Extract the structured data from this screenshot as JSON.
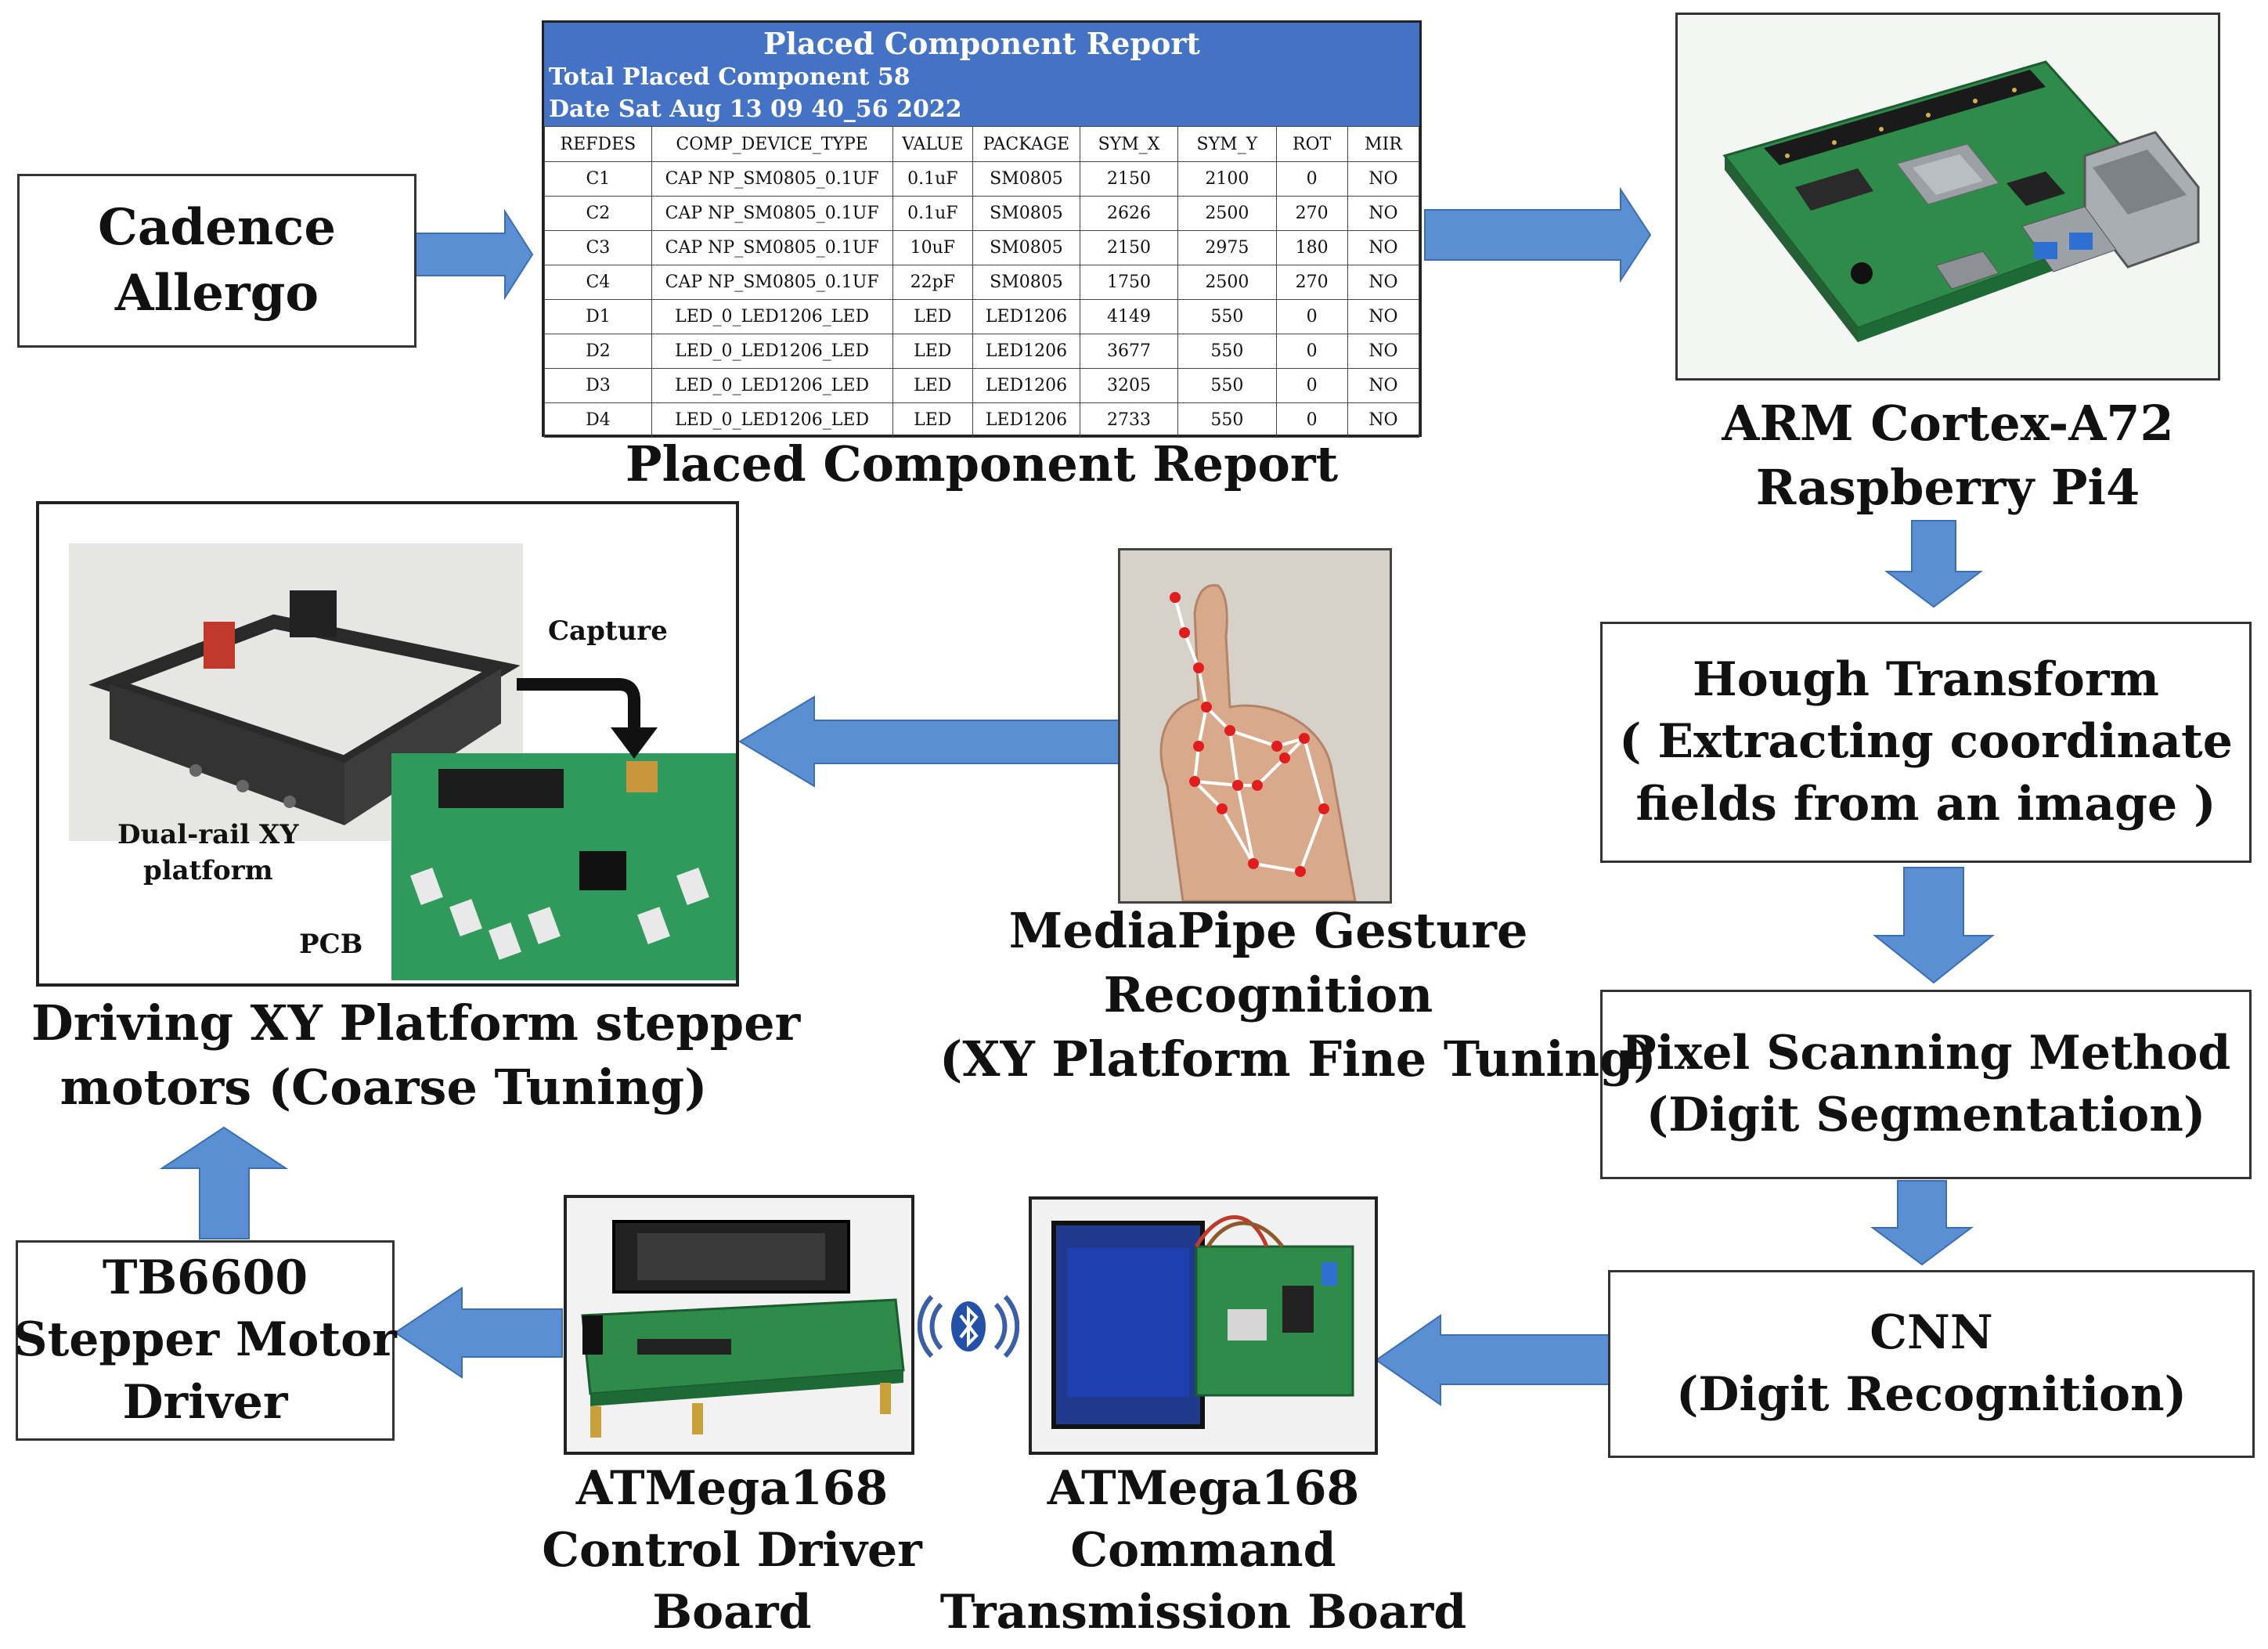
{
  "nodes": {
    "cadence": [
      "Cadence",
      "Allergo"
    ],
    "report_caption": "Placed Component Report",
    "rpi_caption": [
      "ARM Cortex-A72",
      "Raspberry Pi4"
    ],
    "hough": [
      "Hough Transform",
      "( Extracting coordinate",
      "fields from an image )"
    ],
    "pixel": [
      "Pixel Scanning Method",
      "(Digit Segmentation)"
    ],
    "cnn": [
      "CNN",
      "(Digit Recognition)"
    ],
    "command_board": [
      "ATMega168",
      "Command",
      "Transmission Board"
    ],
    "control_board": [
      "ATMega168",
      "Control Driver",
      "Board"
    ],
    "tb6600": [
      "TB6600",
      "Stepper Motor",
      "Driver"
    ],
    "xy_platform": [
      "Driving XY Platform stepper",
      "motors (Coarse Tuning)"
    ],
    "mediapipe": [
      "MediaPipe Gesture",
      "Recognition",
      "(XY Platform Fine Tuning)"
    ]
  },
  "platform_photo_labels": {
    "capture": "Capture",
    "dual_rail": [
      "Dual-rail XY",
      "platform"
    ],
    "pcb": "PCB"
  },
  "report": {
    "title": "Placed Component Report",
    "total_line": "Total Placed Component   58",
    "date_line": "Date Sat Aug 13 09 40_56 2022",
    "columns": [
      "REFDES",
      "COMP_DEVICE_TYPE",
      "VALUE",
      "PACKAGE",
      "SYM_X",
      "SYM_Y",
      "ROT",
      "MIR"
    ],
    "rows": [
      [
        "C1",
        "CAP NP_SM0805_0.1UF",
        "0.1uF",
        "SM0805",
        "2150",
        "2100",
        "0",
        "NO"
      ],
      [
        "C2",
        "CAP NP_SM0805_0.1UF",
        "0.1uF",
        "SM0805",
        "2626",
        "2500",
        "270",
        "NO"
      ],
      [
        "C3",
        "CAP NP_SM0805_0.1UF",
        "10uF",
        "SM0805",
        "2150",
        "2975",
        "180",
        "NO"
      ],
      [
        "C4",
        "CAP NP_SM0805_0.1UF",
        "22pF",
        "SM0805",
        "1750",
        "2500",
        "270",
        "NO"
      ],
      [
        "D1",
        "LED_0_LED1206_LED",
        "LED",
        "LED1206",
        "4149",
        "550",
        "0",
        "NO"
      ],
      [
        "D2",
        "LED_0_LED1206_LED",
        "LED",
        "LED1206",
        "3677",
        "550",
        "0",
        "NO"
      ],
      [
        "D3",
        "LED_0_LED1206_LED",
        "LED",
        "LED1206",
        "3205",
        "550",
        "0",
        "NO"
      ],
      [
        "D4",
        "LED_0_LED1206_LED",
        "LED",
        "LED1206",
        "2733",
        "550",
        "0",
        "NO"
      ]
    ]
  },
  "colors": {
    "arrow_fill": "#5b8fd3",
    "arrow_stroke": "#3c6fb0",
    "report_header": "#4472c4"
  }
}
